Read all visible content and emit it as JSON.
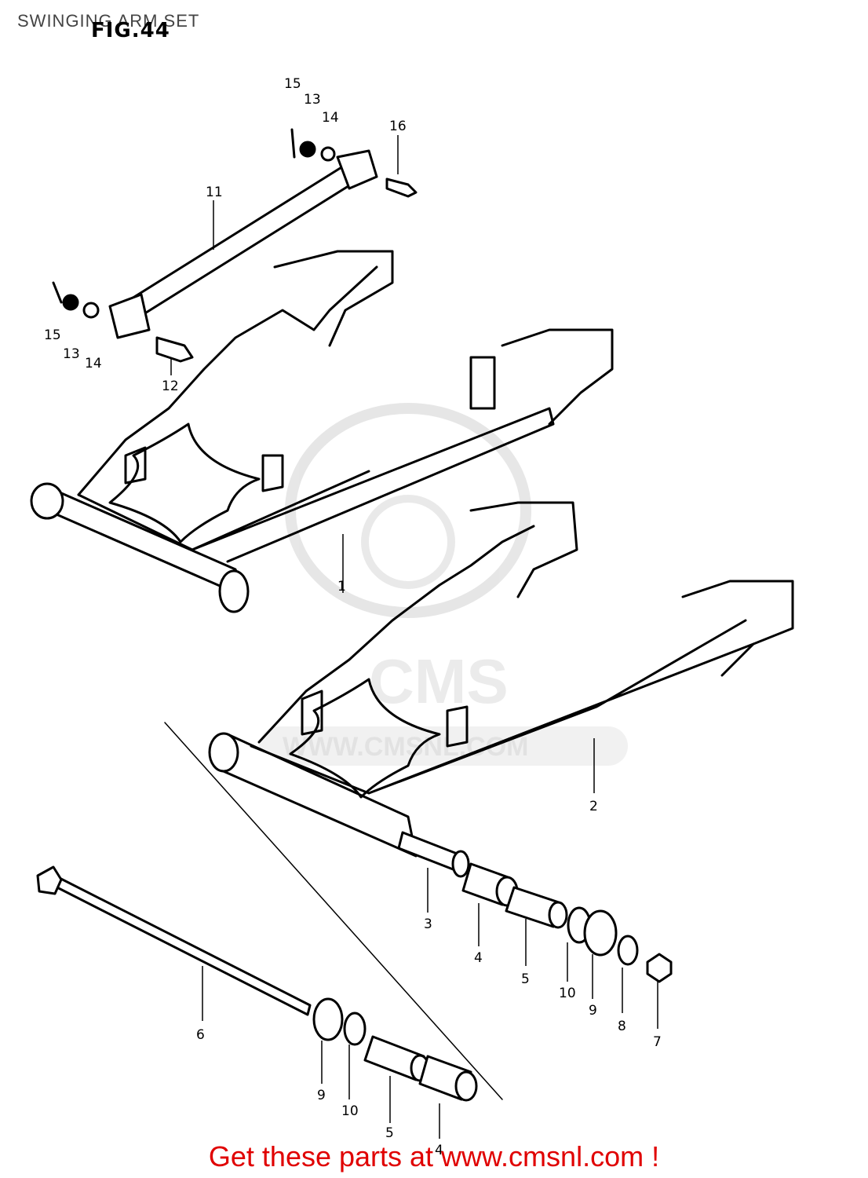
{
  "header": {
    "title": "SWINGING ARM SET",
    "figure": "FIG.44"
  },
  "watermark": {
    "logo": "CMS",
    "url": "WWW.CMSNL.COM"
  },
  "callouts": {
    "c1": "1",
    "c2": "2",
    "c3": "3",
    "c4a": "4",
    "c4b": "4",
    "c5a": "5",
    "c5b": "5",
    "c6": "6",
    "c7": "7",
    "c8": "8",
    "c9a": "9",
    "c9b": "9",
    "c10a": "10",
    "c10b": "10",
    "c11": "11",
    "c12": "12",
    "c13a": "13",
    "c13b": "13",
    "c14a": "14",
    "c14b": "14",
    "c15a": "15",
    "c15b": "15",
    "c16": "16"
  },
  "footer": {
    "text": "Get these parts at www.cmsnl.com !"
  },
  "colors": {
    "footer_text": "#e00000",
    "line_art": "#000000",
    "watermark": "#d9d9d9"
  }
}
